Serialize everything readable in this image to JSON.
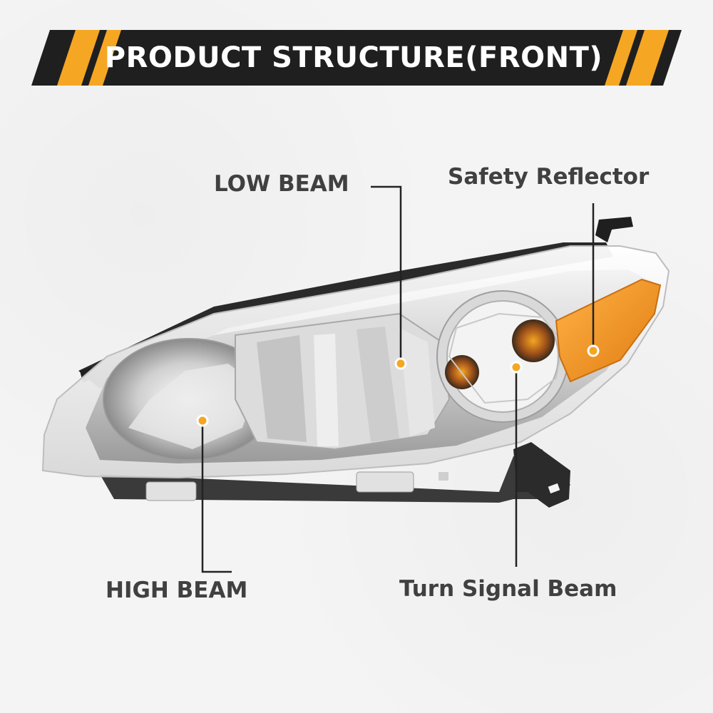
{
  "banner": {
    "title": "PRODUCT STRUCTURE(FRONT)",
    "bar_color": "#1f1f1f",
    "accent_color": "#f5a623"
  },
  "callouts": {
    "low_beam": "LOW BEAM",
    "safety_reflector": "Safety Reflector",
    "high_beam": "HIGH BEAM",
    "turn_signal_beam": "Turn Signal Beam"
  },
  "colors": {
    "marker": "#f5a623",
    "leader_line": "#222222",
    "label_text": "#404040",
    "amber_lens": "#f39a1e"
  }
}
